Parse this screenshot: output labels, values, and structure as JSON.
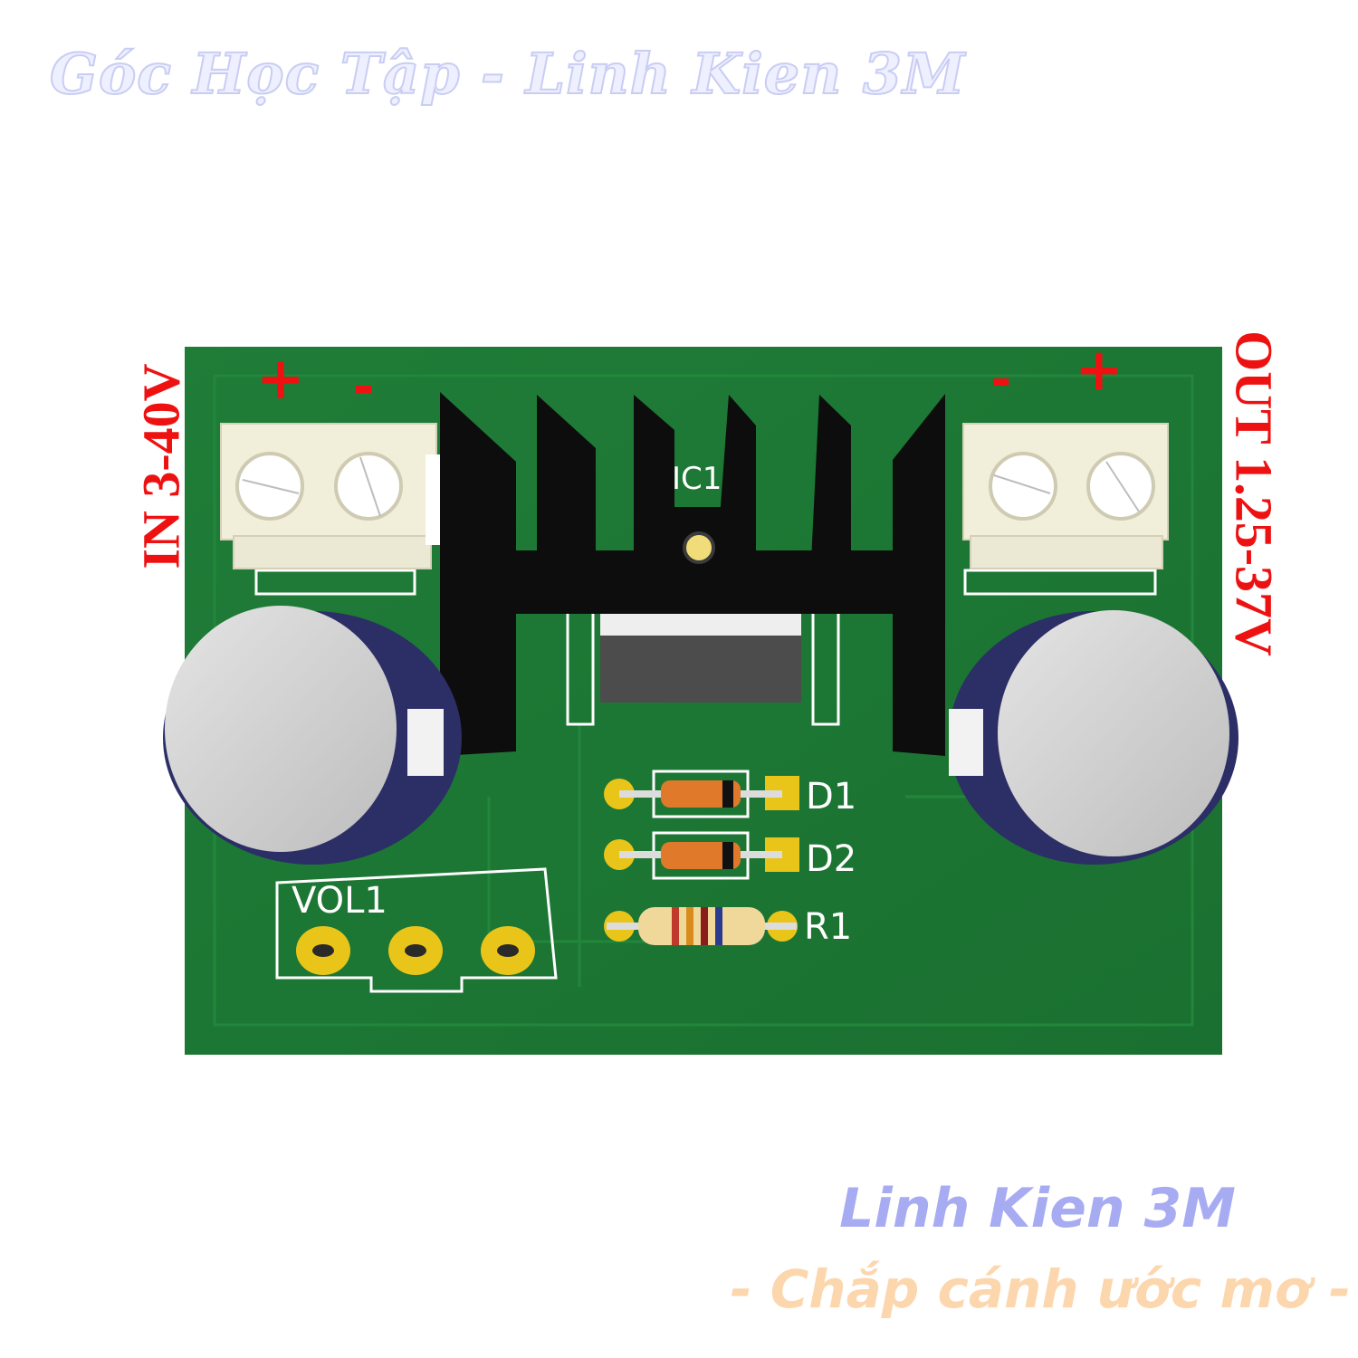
{
  "watermark": {
    "top": "Góc Học Tập - Linh Kien 3M",
    "brand": "Linh Kien 3M",
    "slogan": "- Chắp cánh ước mơ -"
  },
  "labels": {
    "input_voltage": "IN 3-40V",
    "output_voltage": "OUT 1.25-37V",
    "in_plus": "+",
    "in_minus": "-",
    "out_minus": "-",
    "out_plus": "+"
  },
  "designators": {
    "ic": "IC1",
    "d1": "D1",
    "d2": "D2",
    "r1": "R1",
    "vol1": "VOL1"
  },
  "colors": {
    "pcb": "#1e7b36",
    "pcb_edge": "#186a2c",
    "silk": "#ffffff",
    "pad": "#e9c51a",
    "heatsink": "#0d0d0d",
    "capacitor_body": "#2d2f66",
    "capacitor_top": "#d8d8d8",
    "terminal": "#f3f0de",
    "diode_body": "#e07a2a",
    "label_red": "#ee1111"
  }
}
